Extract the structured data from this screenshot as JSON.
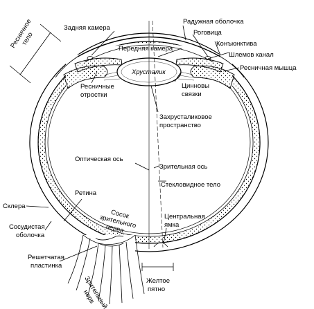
{
  "labels": {
    "posterior_chamber": "Задняя камера",
    "iris": "Радужная оболочка",
    "cornea": "Роговица",
    "anterior_chamber": "Передняя камера",
    "conjunctiva": "Конъюнктива",
    "schlemm_canal": "Шлемов канал",
    "ciliary_muscle": "Ресничная мышца",
    "lens": "Хрусталик",
    "ciliary_processes_1": "Ресничные",
    "ciliary_processes_2": "отростки",
    "zonule_1": "Цинновы",
    "zonule_2": "связки",
    "retrolental_1": "Захрусталиковое",
    "retrolental_2": "пространство",
    "ciliary_body_1": "Ресничное",
    "ciliary_body_2": "тело",
    "optic_axis": "Оптическая ось",
    "visual_axis": "Зрительная ось",
    "vitreous": "Стекловидное тело",
    "retina": "Ретина",
    "optic_disc_1": "Сосок",
    "optic_disc_2": "зрительного",
    "optic_disc_3": "нерва",
    "sclera": "Склера",
    "choroid_1": "Сосудистая",
    "choroid_2": "оболочка",
    "fovea_1": "Центральная",
    "fovea_2": "ямка",
    "lamina_cribrosa_1": "Решетчатая",
    "lamina_cribrosa_2": "пластинка",
    "optic_nerve_1": "Зрительный",
    "optic_nerve_2": "нерв",
    "macula_1": "Желтое",
    "macula_2": "пятно"
  }
}
